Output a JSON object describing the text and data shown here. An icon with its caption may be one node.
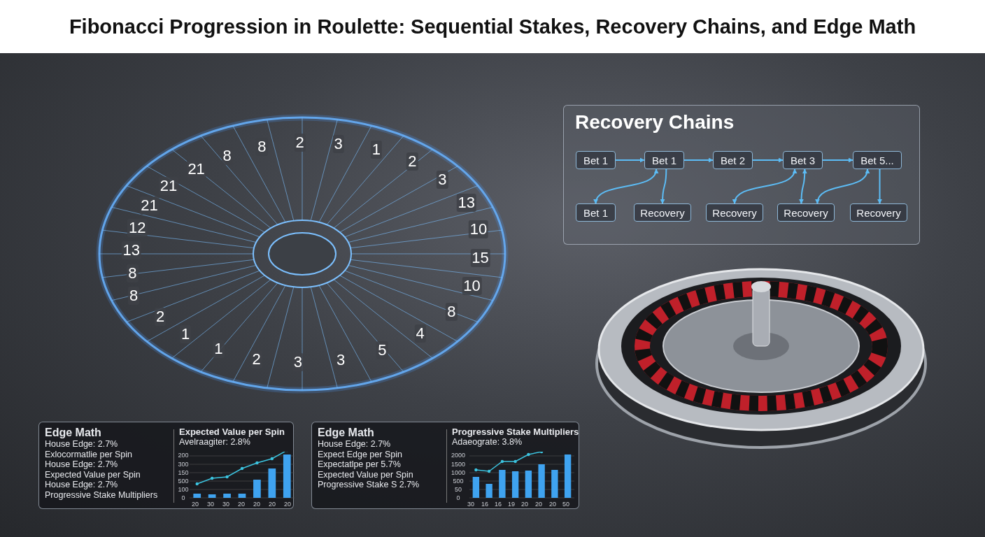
{
  "diagram": {
    "title": "Fibonacci Progression in Roulette: Sequential Stakes, Recovery Chains, and Edge Math",
    "nodes": [
      {
        "text": [
          "Recovery Chains"
        ]
      },
      {
        "text": [
          "Bet 1"
        ],
        "in": 0
      },
      {
        "text": [
          "Bet 1"
        ],
        "in": 0
      },
      {
        "text": [
          "Bet 2"
        ],
        "in": 0
      },
      {
        "text": [
          "Bet 3"
        ],
        "in": 0
      },
      {
        "text": [
          "Bet 5..."
        ],
        "in": 0
      },
      {
        "text": [
          "Bet 1"
        ],
        "in": 0
      },
      {
        "text": [
          "Recovery"
        ],
        "in": 0
      },
      {
        "text": [
          "Recovery"
        ],
        "in": 0
      },
      {
        "text": [
          "Recovery"
        ],
        "in": 0
      },
      {
        "text": [
          "Recovery"
        ],
        "in": 0
      },
      {
        "text": [
          "Edge Math",
          "House Edge: 2.7%",
          "Exlocormatlie per Spin",
          "House Edge: 2.7%",
          "Expected Value per Spin",
          "House Edge: 2.7%",
          "Progressive Stake Multipliers",
          "Expected Value per Spin",
          "Avelraagiter: 2.8%"
        ]
      },
      {
        "text": [
          "Edge Math",
          "House Edge: 2.7%",
          "Expect Edge per Spin",
          "Expectatlpe per 5.7%",
          "Expected Value per Spin",
          "Progressive Stake S 2.7%",
          "Progressive Stake Multipliers",
          "Adaeograte: 3.8%"
        ]
      }
    ],
    "edges": [
      {
        "from": 1,
        "to": 2,
        "arrow": "to"
      },
      {
        "from": 2,
        "to": 3,
        "arrow": "to"
      },
      {
        "from": 3,
        "to": 4,
        "arrow": "to"
      },
      {
        "from": 4,
        "to": 5,
        "arrow": "to"
      },
      {
        "from": 2,
        "to": 6,
        "arrow": "both"
      },
      {
        "from": 2,
        "to": 7,
        "arrow": "to"
      },
      {
        "from": 4,
        "to": 8,
        "arrow": "both"
      },
      {
        "from": 4,
        "to": 9,
        "arrow": "both"
      },
      {
        "from": 5,
        "to": 9,
        "arrow": "both"
      },
      {
        "from": 5,
        "to": 10,
        "arrow": "to"
      }
    ],
    "labels": [
      "8",
      "2",
      "3",
      "8",
      "1",
      "21",
      "2",
      "21",
      "3",
      "21",
      "13",
      "12",
      "10",
      "13",
      "15",
      "8",
      "8",
      "10",
      "2",
      "8",
      "1",
      "4",
      "1",
      "5",
      "2",
      "3",
      "3",
      "200",
      "300",
      "150",
      "500",
      "100",
      "0",
      "20",
      "30",
      "30",
      "20",
      "20",
      "20",
      "20",
      "2000",
      "1500",
      "1000",
      "500",
      "50",
      "0",
      "30",
      "16",
      "16",
      "19",
      "20",
      "20",
      "20",
      "50"
    ]
  }
}
